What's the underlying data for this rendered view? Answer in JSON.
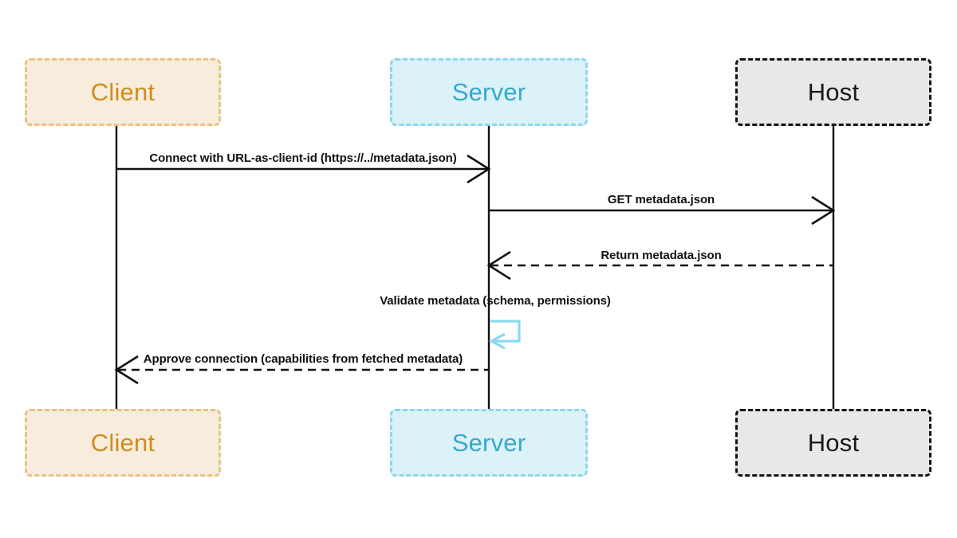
{
  "diagram": {
    "type": "sequence",
    "background": "#ffffff",
    "line_color": "#111111",
    "participants": [
      {
        "id": "client",
        "label": "Client",
        "text_color": "#cf8c1e",
        "fill": "#f8eddc",
        "border": "#eac183",
        "border_style": "dashed"
      },
      {
        "id": "server",
        "label": "Server",
        "text_color": "#35a9cb",
        "fill": "#dcf2f9",
        "border": "#8ed7ea",
        "border_style": "dashed"
      },
      {
        "id": "host",
        "label": "Host",
        "text_color": "#1a1a1a",
        "fill": "#e8e8e8",
        "border": "#141414",
        "border_style": "dashed"
      }
    ],
    "messages": [
      {
        "index": 1,
        "from": "Client",
        "to": "Server",
        "label": "Connect with URL-as-client-id (https://../metadata.json)",
        "line": "solid",
        "arrow": "open"
      },
      {
        "index": 2,
        "from": "Server",
        "to": "Host",
        "label": "GET metadata.json",
        "line": "solid",
        "arrow": "open"
      },
      {
        "index": 3,
        "from": "Host",
        "to": "Server",
        "label": "Return metadata.json",
        "line": "dashed",
        "arrow": "open"
      },
      {
        "index": 4,
        "from": "Server",
        "to": "Server",
        "label": "Validate metadata (schema, permissions)",
        "line": "self-loop",
        "loop_color": "#8cd9ee"
      },
      {
        "index": 5,
        "from": "Server",
        "to": "Client",
        "label": "Approve connection (capabilities from fetched metadata)",
        "line": "dashed",
        "arrow": "open"
      }
    ]
  }
}
